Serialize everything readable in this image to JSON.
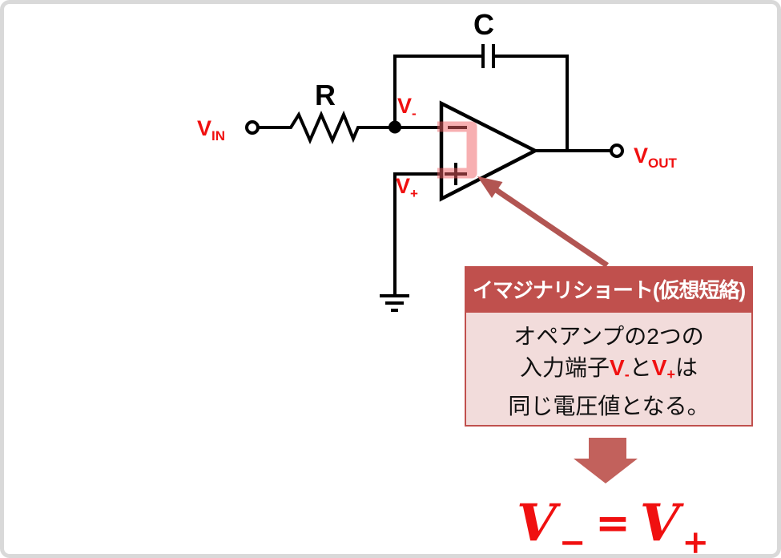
{
  "labels": {
    "vin": {
      "base": "V",
      "sub": "IN"
    },
    "resistor": "R",
    "capacitor": "C",
    "v_minus": {
      "base": "V",
      "sub": "-"
    },
    "v_plus": {
      "base": "V",
      "sub": "+"
    },
    "vout": {
      "base": "V",
      "sub": "OUT"
    }
  },
  "callout": {
    "title": "イマジナリショート(仮想短絡)",
    "body": {
      "line1": "オペアンプの2つの",
      "line2_prefix": "入力端子",
      "line2_v1": "V",
      "line2_v1_sub": "-",
      "line2_mid": "と",
      "line2_v2": "V",
      "line2_v2_sub": "+",
      "line2_suffix": "は",
      "line3": "同じ電圧値となる。"
    }
  },
  "formula": {
    "lhs": "V",
    "lhs_sub": "−",
    "eq": "=",
    "rhs": "V",
    "rhs_sub": "+"
  },
  "colors": {
    "label_red": "#f01010",
    "brick_red": "#c0504d",
    "panel_pink": "#f2dcdb",
    "highlight_pink": "rgba(240,95,100,0.5)",
    "pointer_arrow": "#b25552",
    "block_arrow": "#c2615c",
    "line_black": "#000000",
    "border_gray": "#d9d9d9"
  }
}
